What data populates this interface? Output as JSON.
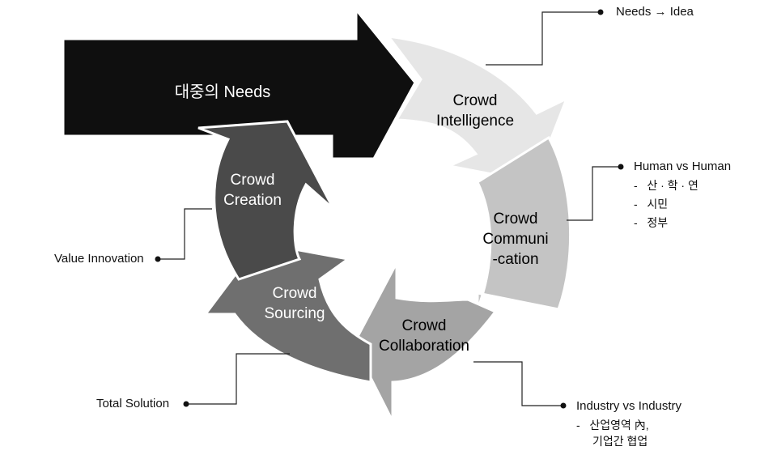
{
  "needs_arrow": {
    "label": "대중의 Needs"
  },
  "segments": [
    {
      "id": "intelligence",
      "lines": [
        "Crowd",
        "Intelligence"
      ],
      "fill": "#e6e6e6",
      "text_color": "dark"
    },
    {
      "id": "communication",
      "lines": [
        "Crowd",
        "Communi",
        "-cation"
      ],
      "fill": "#c4c4c4",
      "text_color": "dark"
    },
    {
      "id": "collaboration",
      "lines": [
        "Crowd",
        "Collaboration"
      ],
      "fill": "#a4a4a4",
      "text_color": "dark"
    },
    {
      "id": "sourcing",
      "lines": [
        "Crowd",
        "Sourcing"
      ],
      "fill": "#6f6f6f",
      "text_color": "light"
    },
    {
      "id": "creation",
      "lines": [
        "Crowd",
        "Creation"
      ],
      "fill": "#4a4a4a",
      "text_color": "light"
    }
  ],
  "callouts": {
    "needs_idea": {
      "label": "Needs → Idea"
    },
    "human": {
      "label": "Human vs Human",
      "items": [
        "산 · 학 · 연",
        "시민",
        "정부"
      ]
    },
    "industry": {
      "label": "Industry  vs Industry",
      "items": [
        "산업영역 內,",
        "기업간 협업"
      ]
    },
    "value": {
      "label": "Value Innovation"
    },
    "total": {
      "label": "Total Solution"
    }
  },
  "list_bullet": "-"
}
